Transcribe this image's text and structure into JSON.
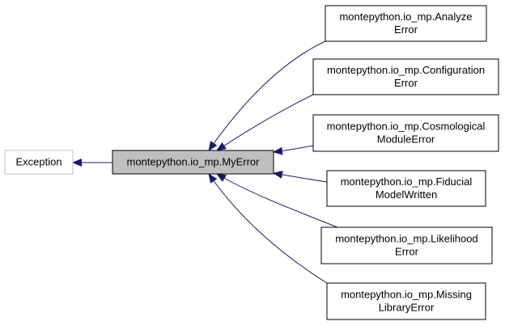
{
  "diagram": {
    "colors": {
      "edge": "#191970",
      "node_border": "#000000",
      "highlight_fill": "#bfbfbf",
      "external_border": "#bfbfbf",
      "text": "#000000",
      "background": "#ffffff"
    },
    "nodes": {
      "exception": {
        "lines": [
          "Exception"
        ]
      },
      "myerror": {
        "lines": [
          "montepython.io_mp.MyError"
        ]
      },
      "analyze": {
        "lines": [
          "montepython.io_mp.Analyze",
          "Error"
        ]
      },
      "configuration": {
        "lines": [
          "montepython.io_mp.Configuration",
          "Error"
        ]
      },
      "cosmological": {
        "lines": [
          "montepython.io_mp.Cosmological",
          "ModuleError"
        ]
      },
      "fiducial": {
        "lines": [
          "montepython.io_mp.Fiducial",
          "ModelWritten"
        ]
      },
      "likelihood": {
        "lines": [
          "montepython.io_mp.Likelihood",
          "Error"
        ]
      },
      "missing": {
        "lines": [
          "montepython.io_mp.Missing",
          "LibraryError"
        ]
      }
    },
    "edges": [
      {
        "from": "myerror",
        "to": "exception"
      },
      {
        "from": "analyze",
        "to": "myerror"
      },
      {
        "from": "configuration",
        "to": "myerror"
      },
      {
        "from": "cosmological",
        "to": "myerror"
      },
      {
        "from": "fiducial",
        "to": "myerror"
      },
      {
        "from": "likelihood",
        "to": "myerror"
      },
      {
        "from": "missing",
        "to": "myerror"
      }
    ]
  }
}
